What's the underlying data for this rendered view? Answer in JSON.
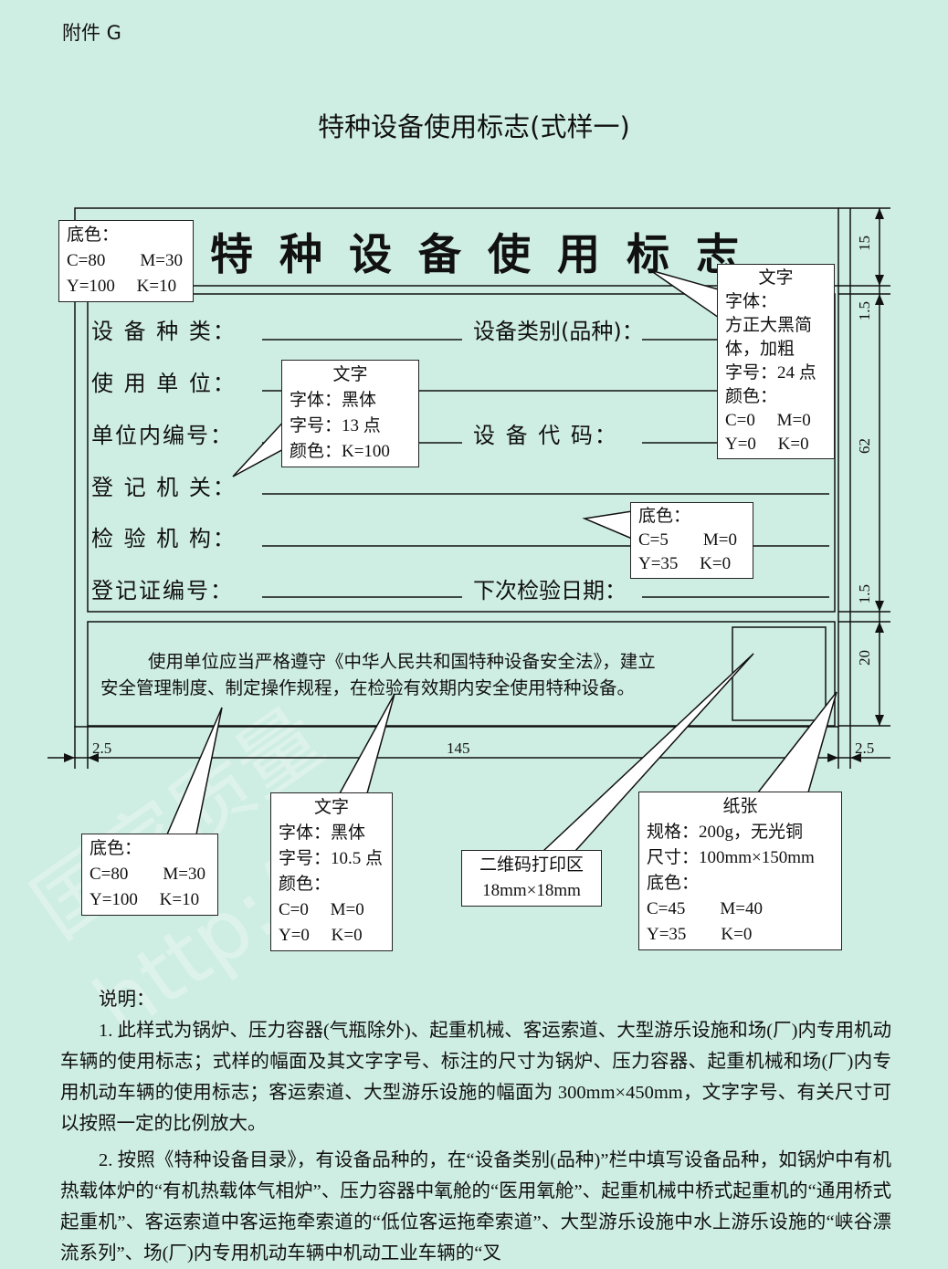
{
  "annex": "附件 G",
  "doc_title": "特种设备使用标志(式样一)",
  "sign": {
    "header": "特种设备使用标志",
    "fields": {
      "equipment_type": "设 备 种 类：",
      "category": "设备类别(品种)：",
      "user_unit": "使 用 单 位：",
      "internal_no": "单位内编号：",
      "equipment_code": "设 备 代 码：",
      "registration_authority": "登 记 机 关：",
      "inspection_agency": "检 验 机 构：",
      "registration_cert_no": "登记证编号：",
      "next_inspection_date": "下次检验日期："
    },
    "notice_line1": "使用单位应当严格遵守《中华人民共和国特种设备安全法》，建立",
    "notice_line2": "安全管理制度、制定操作规程，在检验有效期内安全使用特种设备。"
  },
  "callouts": {
    "top_left_bg": [
      "底色：",
      "C=80　　M=30",
      "Y=100　 K=10"
    ],
    "title_text": [
      "文字",
      "字体：",
      "方正大黑简",
      "体，加粗",
      "字号：24 点",
      "颜色：",
      "C=0　 M=0",
      "Y=0　 K=0"
    ],
    "field_text": [
      "文字",
      "字体：黑体",
      "字号：13 点",
      "颜色：K=100"
    ],
    "mid_bg": [
      "底色：",
      "C=5　　M=0",
      "Y=35　 K=0"
    ],
    "bottom_bg": [
      "底色：",
      "C=80　　M=30",
      "Y=100　 K=10"
    ],
    "notice_text": [
      "文字",
      "字体：黑体",
      "字号：10.5 点",
      "颜色：",
      "C=0　 M=0",
      "Y=0　 K=0"
    ],
    "qr": [
      "二维码打印区",
      "18mm×18mm"
    ],
    "paper": [
      "纸张",
      "规格：200g，无光铜",
      "尺寸：100mm×150mm",
      "底色：",
      "C=45　　M=40",
      "Y=35　　K=0"
    ]
  },
  "dimensions": {
    "d15a": "15",
    "d15b": "1.5",
    "d62": "62",
    "d15c": "1.5",
    "d20": "20",
    "left": "2.5",
    "width": "145",
    "right": "2.5"
  },
  "explanation": {
    "heading": "说明：",
    "para1": "1. 此样式为锅炉、压力容器(气瓶除外)、起重机械、客运索道、大型游乐设施和场(厂)内专用机动车辆的使用标志；式样的幅面及其文字字号、标注的尺寸为锅炉、压力容器、起重机械和场(厂)内专用机动车辆的使用标志；客运索道、大型游乐设施的幅面为 300mm×450mm，文字字号、有关尺寸可以按照一定的比例放大。",
    "para2": "2. 按照《特种设备目录》，有设备品种的，在“设备类别(品种)”栏中填写设备品种，如锅炉中有机热载体炉的“有机热载体气相炉”、压力容器中氧舱的“医用氧舱”、起重机械中桥式起重机的“通用桥式起重机”、客运索道中客运拖牵索道的“低位客运拖牵索道”、大型游乐设施中水上游乐设施的“峡谷漂流系列”、场(厂)内专用机动车辆中机动工业车辆的“叉"
  },
  "watermark": [
    "国家质量",
    "http://"
  ]
}
